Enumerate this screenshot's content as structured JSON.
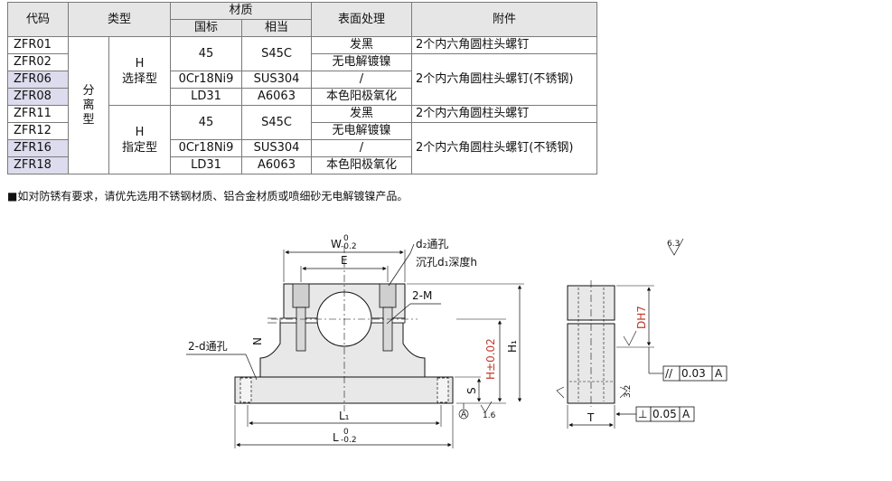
{
  "table": {
    "headers": {
      "code": "代码",
      "type": "类型",
      "material": "材质",
      "material_std": "国标",
      "material_eq": "相当",
      "surface": "表面处理",
      "attachment": "附件"
    },
    "type_group": "分离型",
    "subtype_1": [
      "H",
      "选择型"
    ],
    "subtype_2": [
      "H",
      "指定型"
    ],
    "codes": [
      "ZFR01",
      "ZFR02",
      "ZFR06",
      "ZFR08",
      "ZFR11",
      "ZFR12",
      "ZFR16",
      "ZFR18"
    ],
    "materials": [
      {
        "std": "45",
        "eq": "S45C"
      },
      {
        "std": "0Cr18Ni9",
        "eq": "SUS304"
      },
      {
        "std": "LD31",
        "eq": "A6063"
      },
      {
        "std": "45",
        "eq": "S45C"
      },
      {
        "std": "0Cr18Ni9",
        "eq": "SUS304"
      },
      {
        "std": "LD31",
        "eq": "A6063"
      }
    ],
    "surfaces": [
      "发黑",
      "无电解镀镍",
      "/",
      "本色阳极氧化",
      "发黑",
      "无电解镀镍",
      "/",
      "本色阳极氧化"
    ],
    "attachments": [
      "2个内六角圆柱头螺钉",
      "2个内六角圆柱头螺钉(不锈钢)",
      "2个内六角圆柱头螺钉",
      "2个内六角圆柱头螺钉(不锈钢)"
    ]
  },
  "note": "■如对防锈有要求，请优先选用不锈钢材质、铝合金材质或喷细砂无电解镀镍产品。",
  "drawing": {
    "w_main": "W",
    "w_tol_up": "0",
    "w_tol_dn": "-0.2",
    "e": "E",
    "d2_hole": "d₂通孔",
    "counterbore": "沉孔d₁深度h",
    "m": "2-M",
    "d_hole": "2-d通孔",
    "n": "N",
    "h_tol": "H±0.02",
    "h1": "H₁",
    "s": "S",
    "l1": "L₁",
    "l_main": "L",
    "l_tol_up": "0",
    "l_tol_dn": "-0.2",
    "a_datum": "A",
    "rough_16": "1.6",
    "rough_63": "6.3",
    "rough_32": "3.2",
    "dh7": "DH7",
    "t": "T",
    "tol_parallel": "0.03",
    "tol_perp": "0.05",
    "datum_ref": "A",
    "parallel_sym": "//",
    "perp_sym": "⊥"
  }
}
